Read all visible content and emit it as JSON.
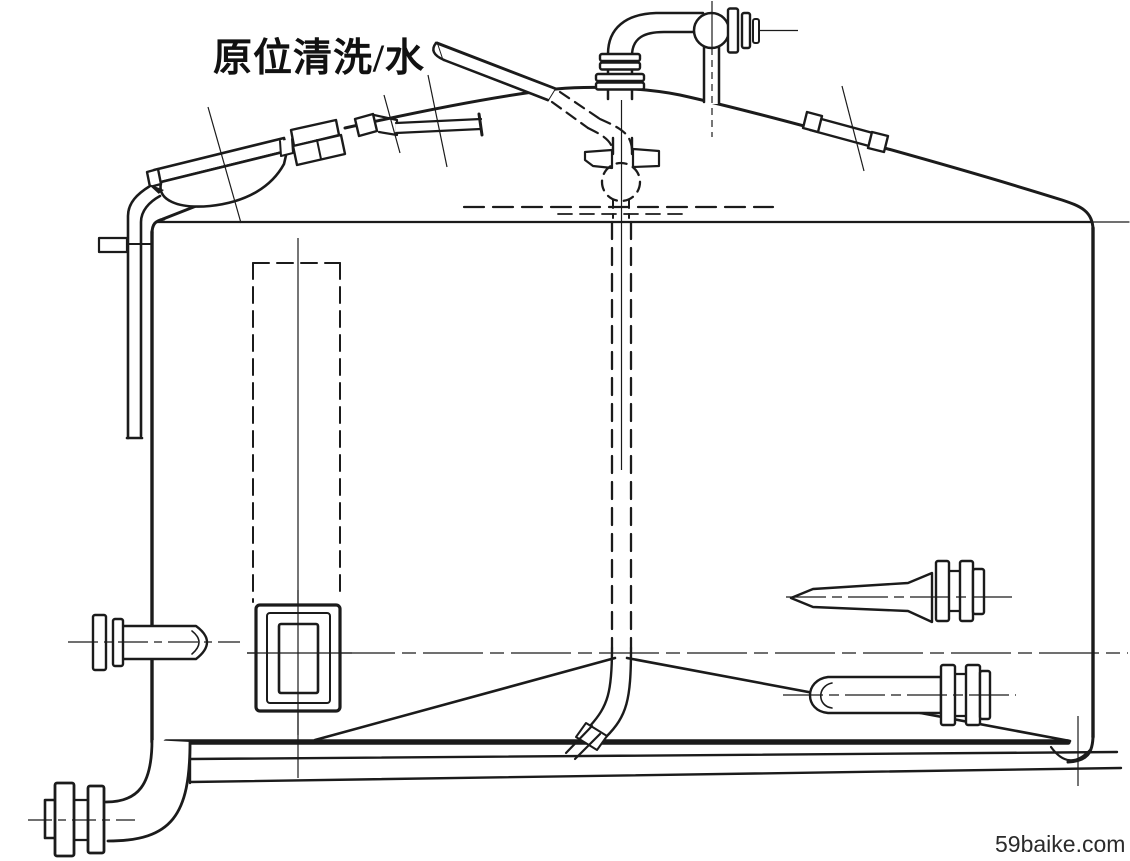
{
  "title_label": "原位清洗/水",
  "watermark": "59baike.com",
  "colors": {
    "background": "#ffffff",
    "ink": "#1b1b1b",
    "watermark_ink": "#2b2b2b"
  },
  "diagram": {
    "kind": "technical line drawing",
    "subject": "storage tank side section with CIP (clean-in-place) water piping",
    "components": [
      "tank-shell",
      "conical-roof",
      "cip-supply-elbow",
      "cip-riser-flanges",
      "cip-spray-ball",
      "internal-cip-downpipe",
      "roof-manhole-assembly",
      "roof-vent-fitting",
      "external-downpipe",
      "level-gauge-hidden-lines",
      "side-manway-sight-glass",
      "left-thermowell-probe",
      "right-pointed-probe",
      "right-rounded-probe",
      "cone-bottom",
      "bottom-drain-elbow",
      "drain-flange",
      "base-ring"
    ]
  }
}
